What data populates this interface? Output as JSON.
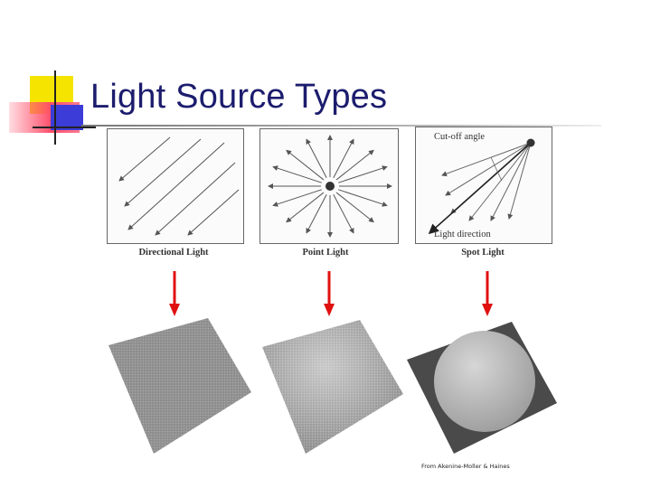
{
  "slide": {
    "title": "Light Source Types",
    "credit": "From Akenine-Moller & Haines"
  },
  "diagrams": [
    {
      "caption": "Directional Light",
      "icon": "directional-light-diagram"
    },
    {
      "caption": "Point Light",
      "icon": "point-light-diagram"
    },
    {
      "caption": "Spot Light",
      "icon": "spot-light-diagram",
      "labels": {
        "cutoff": "Cut-off angle",
        "direction": "Light direction"
      }
    }
  ],
  "renders": [
    {
      "icon": "directional-lit-surface"
    },
    {
      "icon": "point-lit-surface"
    },
    {
      "icon": "spot-lit-surface"
    }
  ],
  "colors": {
    "title": "#1c1c6e",
    "arrow": "#e01010",
    "deco_yellow": "#f5e400",
    "deco_red": "#ff4d6a",
    "deco_blue": "#3c3cd8"
  }
}
